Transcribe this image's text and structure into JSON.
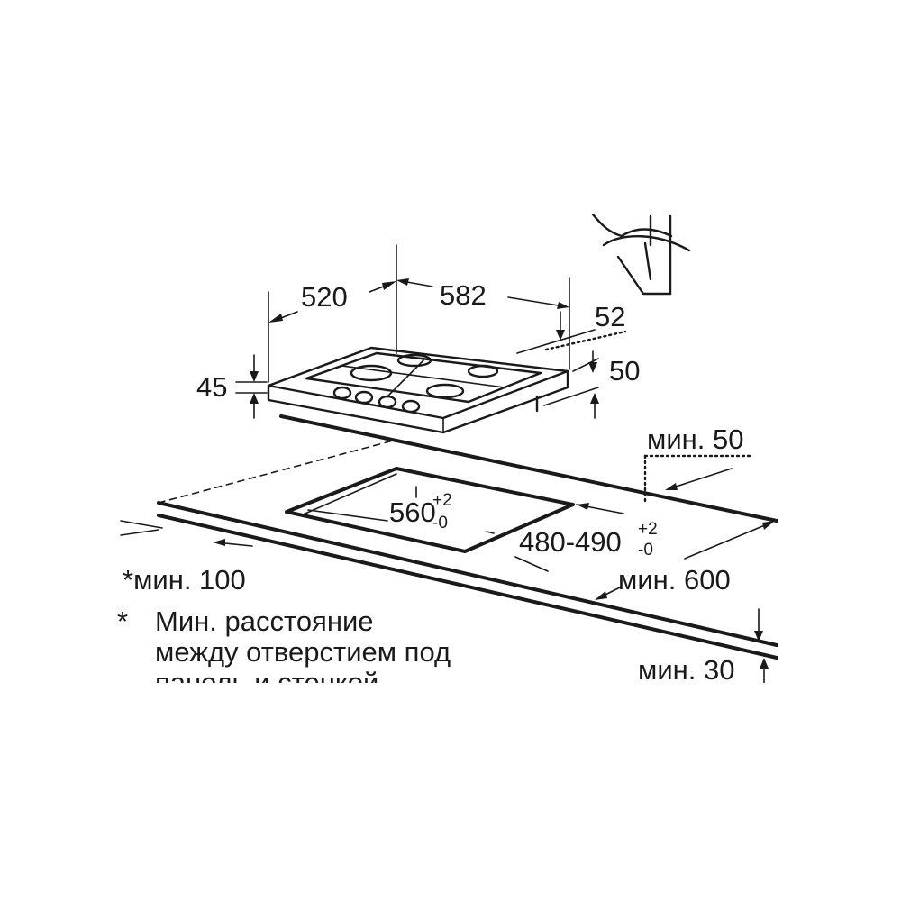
{
  "dimensions": {
    "width_top": "582",
    "depth_top": "520",
    "height_top": "45",
    "offset_52": "52",
    "offset_50": "50",
    "min_50": "мин. 50",
    "cutout_width_main": "560",
    "cutout_width_tol_up": "+2",
    "cutout_width_tol_down": "-0",
    "cutout_depth_main": "480-490",
    "cutout_depth_tol_up": "+2",
    "cutout_depth_tol_down": "-0",
    "min_600": "мин. 600",
    "min_30": "мин. 30",
    "min_100": "*мин. 100"
  },
  "note": {
    "asterisk": "*",
    "line1": "Мин. расстояние",
    "line2": "между отверстием под",
    "line3": "панель и стенкой"
  },
  "colors": {
    "ink": "#1a1a1a",
    "background": "#ffffff"
  }
}
